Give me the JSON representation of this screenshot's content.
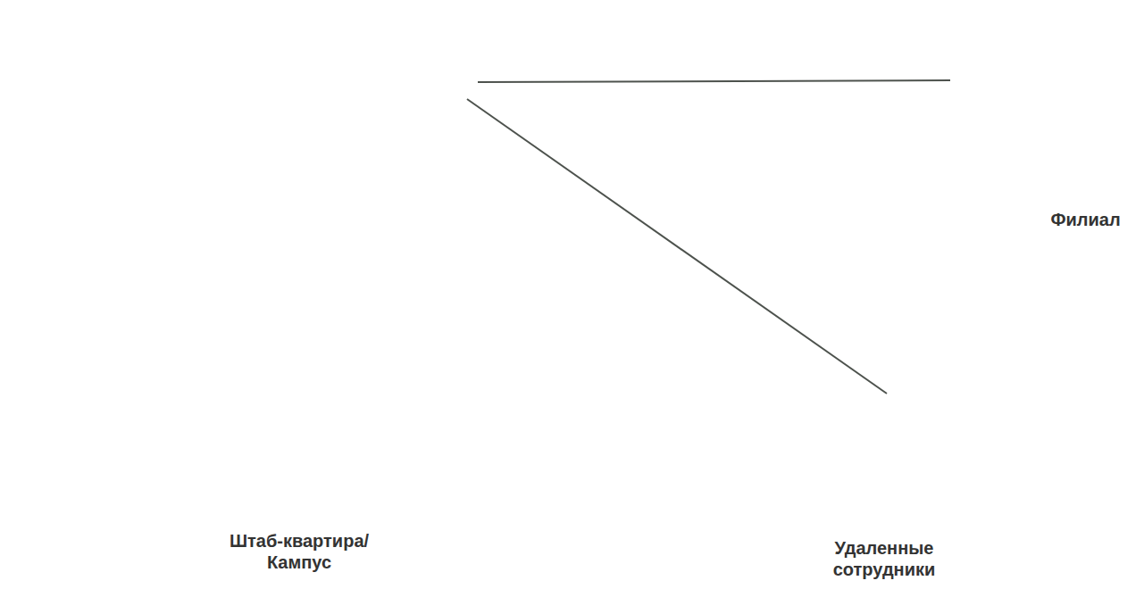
{
  "diagram": {
    "nodes": [
      {
        "text": [
          "Штаб-квартира/Кампус"
        ]
      },
      {
        "text": [
          "Филиал"
        ]
      },
      {
        "text": [
          "Удаленные сотрудники"
        ]
      }
    ],
    "edges": [
      {
        "from": 0,
        "to": 1,
        "arrow": "none"
      },
      {
        "from": 0,
        "to": 2,
        "arrow": "none"
      }
    ]
  }
}
